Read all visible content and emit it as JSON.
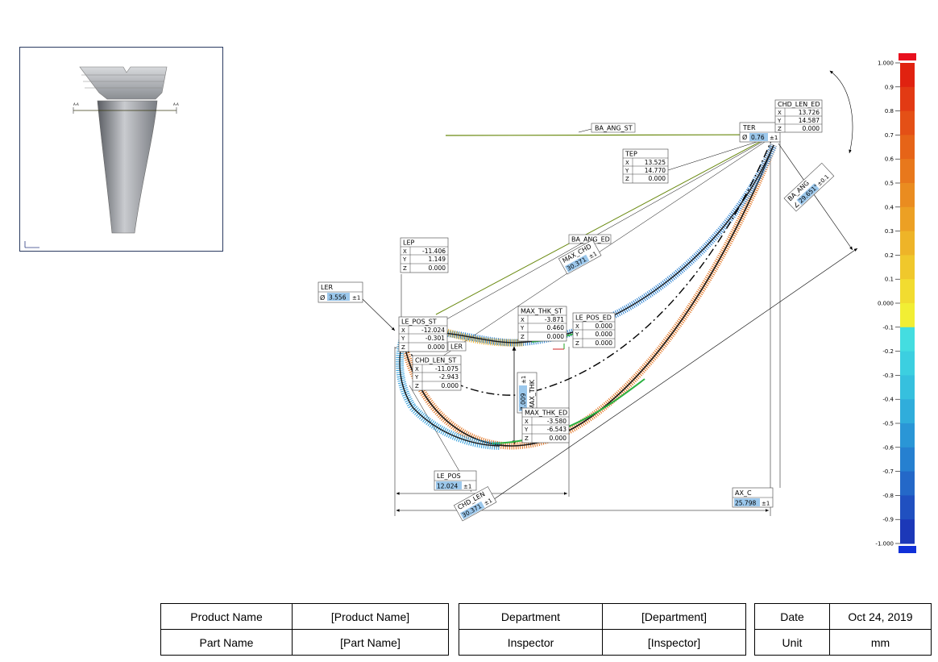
{
  "thumbnail": {
    "section_tag_left": "A-A",
    "section_tag_right": "A-A"
  },
  "diagram": {
    "ba_ang_st": "BA_ANG_ST",
    "ba_ang_ed": "BA_ANG_ED",
    "ter": {
      "title": "TER",
      "symbol": "Ø",
      "value": "0.76",
      "tol": "±1"
    },
    "chd_len_ed": {
      "title": "CHD_LEN_ED",
      "x": "13.726",
      "y": "14.587",
      "z": "0.000"
    },
    "tep": {
      "title": "TEP",
      "x": "13.525",
      "y": "14.770",
      "z": "0.000"
    },
    "lep": {
      "title": "LEP",
      "x": "-11.406",
      "y": "1.149",
      "z": "0.000"
    },
    "ler": {
      "title": "LER",
      "symbol": "Ø",
      "value": "3.556",
      "tol": "±1"
    },
    "ler_tag": "LER",
    "le_pos_st": {
      "title": "LE_POS_ST",
      "x": "-12.024",
      "y": "-0.301",
      "z": "0.000"
    },
    "chd_len_st": {
      "title": "CHD_LEN_ST",
      "x": "-11.075",
      "y": "-2.943",
      "z": "0.000"
    },
    "max_thk_st": {
      "title": "MAX_THK_ST",
      "x": "-3.871",
      "y": "0.460",
      "z": "0.000"
    },
    "le_pos_ed": {
      "title": "LE_POS_ED",
      "x": "0.000",
      "y": "0.000",
      "z": "0.000"
    },
    "max_thk_ed": {
      "title": "MAX_THK_ED",
      "x": "-3.580",
      "y": "-6.543",
      "z": "0.000"
    },
    "max_thk": {
      "title": "MAX_THK",
      "value": "7.009",
      "tol": "±1"
    },
    "max_chd": {
      "title": "MAX_CHD",
      "value": "30.371",
      "tol": "±1"
    },
    "ba_ang": {
      "title": "BA_ANG",
      "symbol": "∠",
      "value": "29.651°",
      "tol": "±0.1"
    },
    "le_pos": {
      "title": "LE_POS",
      "value": "12.024",
      "tol": "±1"
    },
    "chd_len": {
      "title": "CHD_LEN",
      "value": "30.371",
      "tol": "±1"
    },
    "ax_c": {
      "title": "AX_C",
      "value": "25.798",
      "tol": "±1"
    },
    "xyz": {
      "x": "X",
      "y": "Y",
      "z": "Z"
    }
  },
  "color_scale": {
    "labels": [
      "1.000",
      "0.9",
      "0.8",
      "0.7",
      "0.6",
      "0.5",
      "0.4",
      "0.3",
      "0.2",
      "0.1",
      "0.000",
      "-0.1",
      "-0.2",
      "-0.3",
      "-0.4",
      "-0.5",
      "-0.6",
      "-0.7",
      "-0.8",
      "-0.9",
      "-1.000"
    ],
    "colors": [
      "#e02210",
      "#e23a14",
      "#e45016",
      "#e66418",
      "#e8781c",
      "#ea8c20",
      "#eca024",
      "#eeb428",
      "#f0c82c",
      "#f2dc30",
      "#f2ee34",
      "#44dde0",
      "#3ccfe0",
      "#36c0de",
      "#30addb",
      "#2a96d6",
      "#2680d0",
      "#2468c8",
      "#2050c0",
      "#1c38b8",
      "#1a24b0"
    ],
    "top_cap_color": "#e8101e",
    "bottom_cap_color": "#1030d8"
  },
  "info_table": {
    "product_name_label": "Product Name",
    "product_name_value": "[Product Name]",
    "part_name_label": "Part Name",
    "part_name_value": "[Part Name]",
    "department_label": "Department",
    "department_value": "[Department]",
    "inspector_label": "Inspector",
    "inspector_value": "[Inspector]",
    "date_label": "Date",
    "date_value": "Oct 24, 2019",
    "unit_label": "Unit",
    "unit_value": "mm"
  }
}
